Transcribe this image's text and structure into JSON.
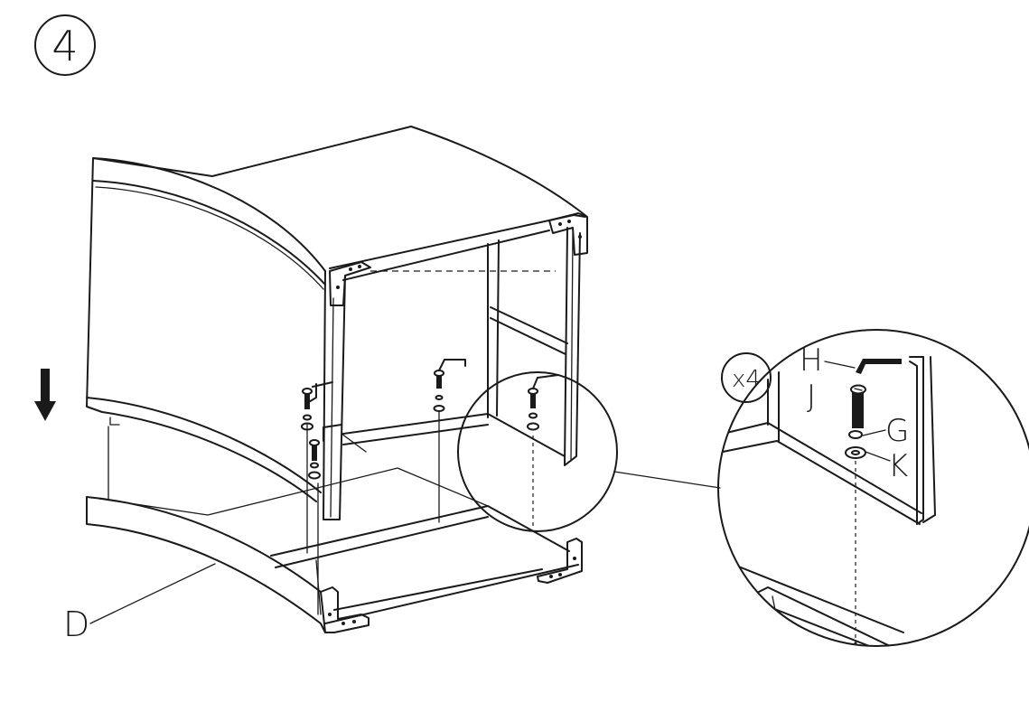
{
  "step": {
    "number": "4"
  },
  "labels": {
    "part_d": "D",
    "part_h": "H",
    "part_j": "J",
    "part_g": "G",
    "part_k": "K",
    "quantity": "x4"
  },
  "colors": {
    "line": "#1a1a1a",
    "background": "#ffffff"
  },
  "icons": [
    "down-arrow-icon",
    "hex-key-icon",
    "screw-icon",
    "washer-icon"
  ]
}
